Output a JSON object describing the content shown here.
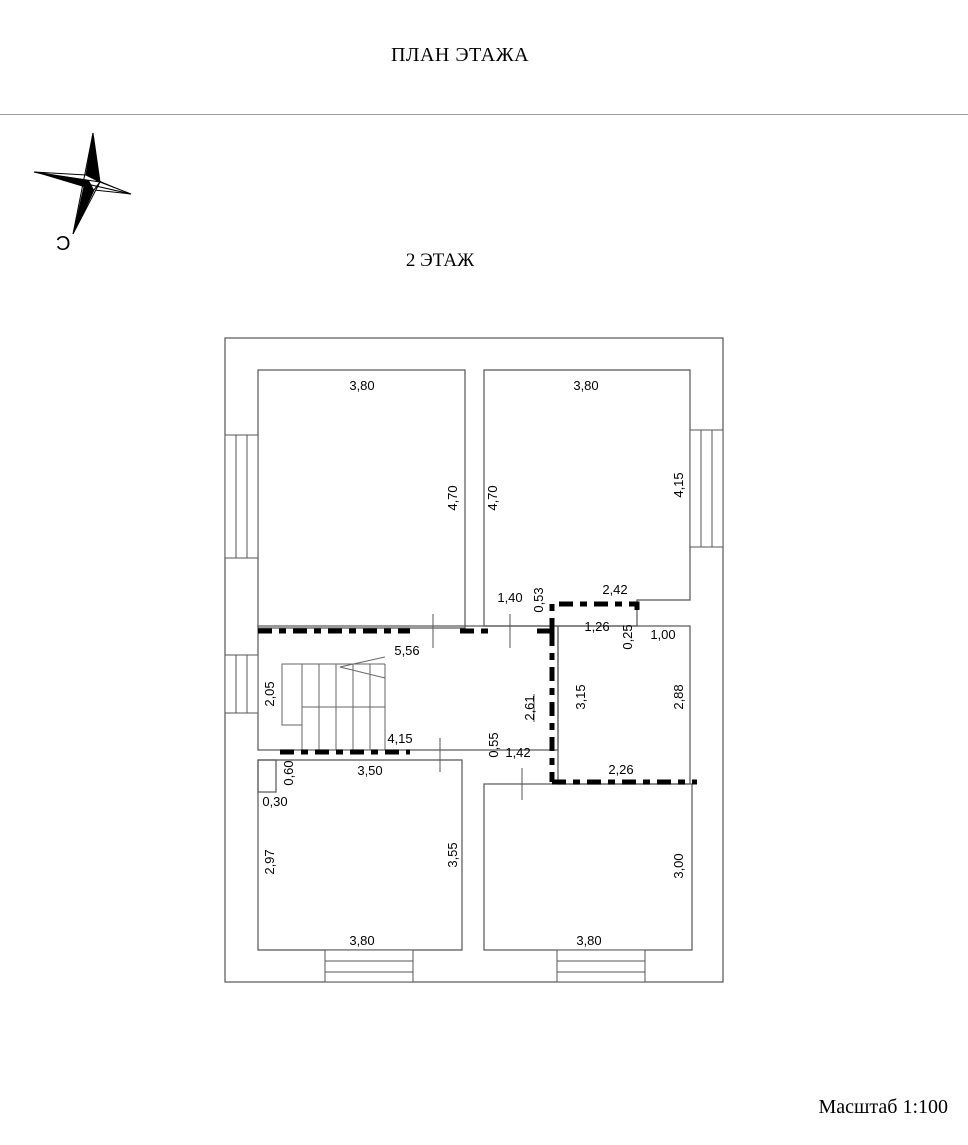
{
  "page_title": "ПЛАН ЭТАЖА",
  "floor_title": "2 ЭТАЖ",
  "scale": "Масштаб 1:100",
  "compass": {
    "letter": "С",
    "icon": "compass-rose-icon"
  },
  "dimensions": {
    "r1_width": "3,80",
    "r1_height": "4,70",
    "r2_width": "3,80",
    "r2_height_left": "4,70",
    "r2_height_right": "4,15",
    "d_140": "1,40",
    "d_053": "0,53",
    "d_242": "2,42",
    "d_126": "1,26",
    "d_025": "0,25",
    "d_100": "1,00",
    "hall_length": "5,56",
    "d_205": "2,05",
    "d_261": "2,61",
    "d_315": "3,15",
    "d_288": "2,88",
    "d_415": "4,15",
    "d_055": "0,55",
    "d_142": "1,42",
    "d_350": "3,50",
    "d_226": "2,26",
    "d_060": "0,60",
    "d_030": "0,30",
    "d_297": "2,97",
    "d_355": "3,55",
    "d_300": "3,00",
    "r3_width": "3,80",
    "r4_width": "3,80"
  }
}
